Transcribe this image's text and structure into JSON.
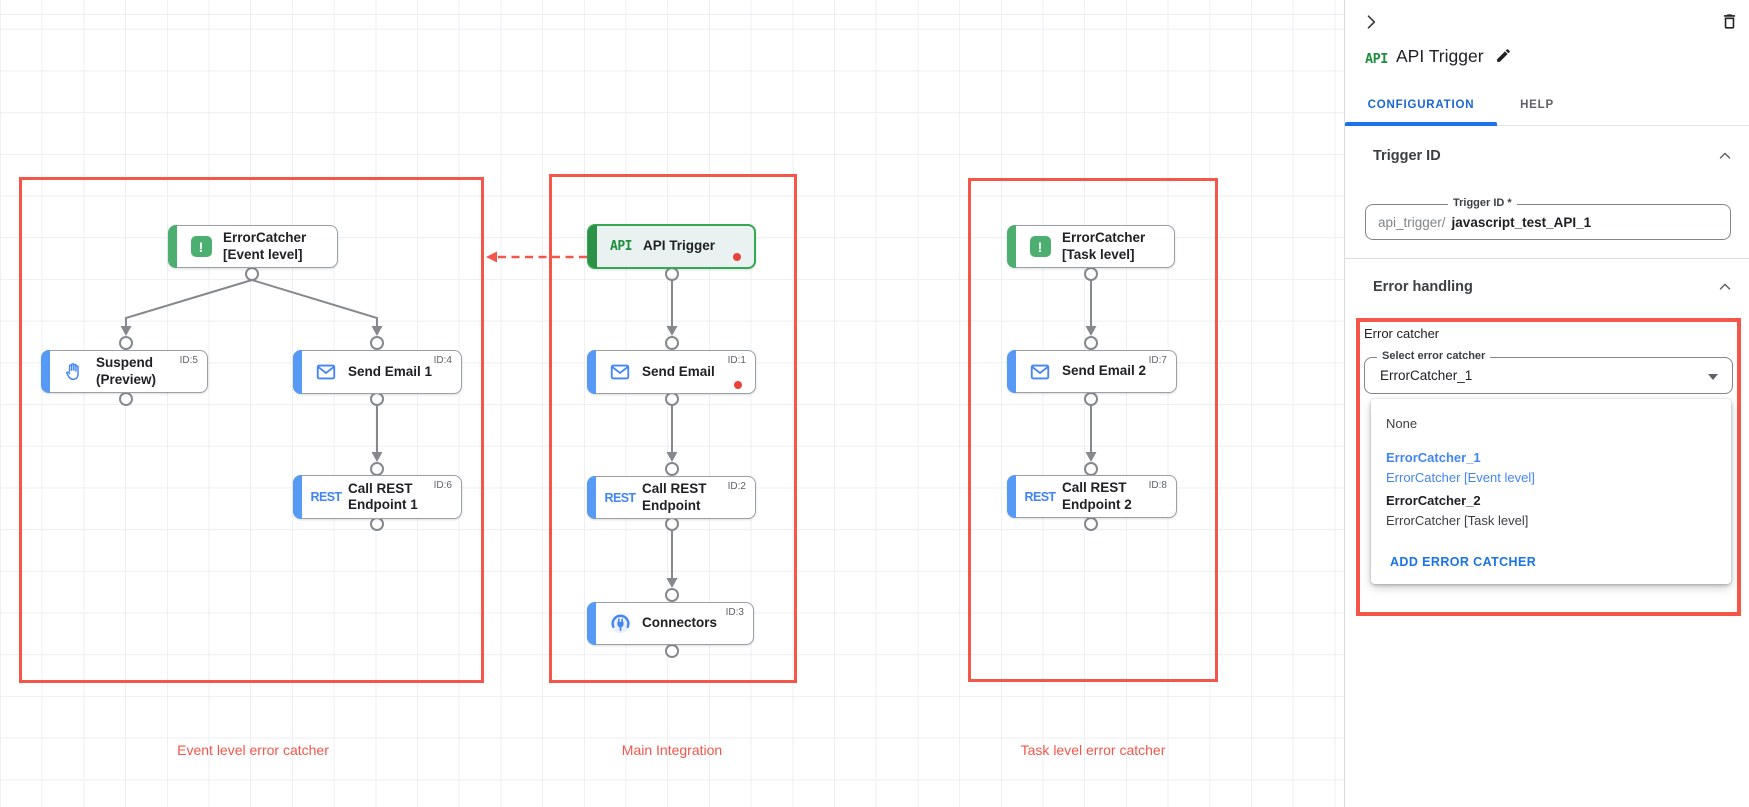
{
  "canvas": {
    "groups": [
      {
        "label": "Event level error catcher"
      },
      {
        "label": "Main Integration"
      },
      {
        "label": "Task level error catcher"
      }
    ],
    "nodes": {
      "ec_event": {
        "title": "ErrorCatcher [Event level]"
      },
      "suspend": {
        "title": "Suspend (Preview)",
        "id": "ID:5"
      },
      "send_email_1": {
        "title": "Send Email 1",
        "id": "ID:4"
      },
      "call_rest_1": {
        "title": "Call REST Endpoint 1",
        "id": "ID:6"
      },
      "api_trigger": {
        "title": "API Trigger"
      },
      "send_email": {
        "title": "Send Email",
        "id": "ID:1"
      },
      "call_rest": {
        "title": "Call REST Endpoint",
        "id": "ID:2"
      },
      "connectors": {
        "title": "Connectors",
        "id": "ID:3"
      },
      "ec_task": {
        "title": "ErrorCatcher [Task level]"
      },
      "send_email_2": {
        "title": "Send Email 2",
        "id": "ID:7"
      },
      "call_rest_2": {
        "title": "Call REST Endpoint 2",
        "id": "ID:8"
      }
    },
    "icon_labels": {
      "api": "API",
      "rest": "REST",
      "error": "!"
    }
  },
  "panel": {
    "title": "API Trigger",
    "title_icon": "API",
    "tabs": [
      {
        "label": "CONFIGURATION",
        "active": true
      },
      {
        "label": "HELP",
        "active": false
      }
    ],
    "trigger_id": {
      "heading": "Trigger ID",
      "field_label": "Trigger ID *",
      "prefix": "api_trigger/",
      "value": "javascript_test_API_1"
    },
    "error_handling": {
      "heading": "Error handling",
      "group_label": "Error catcher",
      "select_label": "Select error catcher",
      "select_value": "ErrorCatcher_1",
      "menu": {
        "none": "None",
        "option1_name": "ErrorCatcher_1",
        "option1_desc": "ErrorCatcher [Event level]",
        "option2_name": "ErrorCatcher_2",
        "option2_desc": "ErrorCatcher [Task level]",
        "add_label": "ADD ERROR CATCHER"
      }
    }
  },
  "colors": {
    "annotation_red": "#f4564a",
    "status_dot_red": "#e9423a",
    "task_bar_blue": "#569af5",
    "catcher_green": "#4caf70",
    "selected_green": "#34a853",
    "link_blue": "#1a73e8",
    "option_blue": "#4285f4"
  }
}
